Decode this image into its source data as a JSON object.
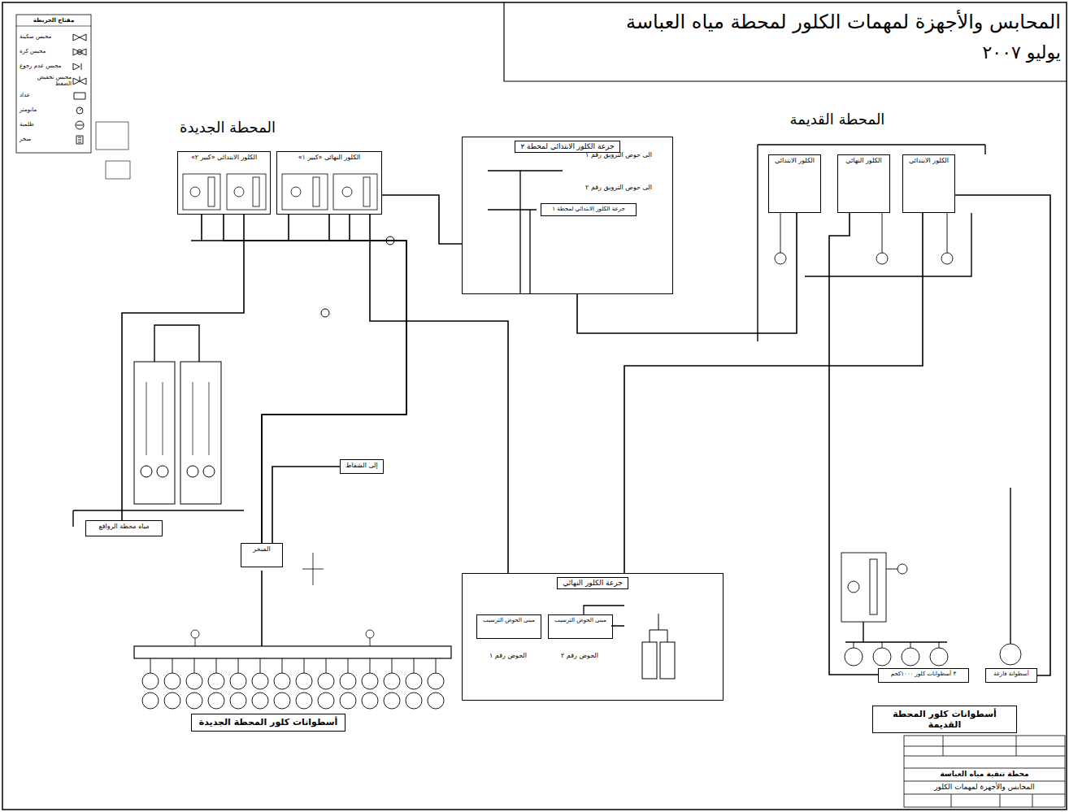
{
  "diagram": {
    "title": "المحابس والأجهزة لمهمات الكلور لمحطة مياه العباسة",
    "nodes": [
      {
        "text": [
          "جرعة الكلور الابتدائي لمحطة ٢"
        ]
      },
      {
        "text": [
          "جرعة الكلور النهائي"
        ]
      },
      {
        "text": [
          "الكلور الابتدائي «كبير ٢»"
        ]
      },
      {
        "text": [
          "الكلور النهائي «كبير ١»"
        ]
      },
      {
        "text": [
          "الكلور الابتدائي"
        ]
      },
      {
        "text": [
          "الكلور النهائي"
        ]
      },
      {
        "text": [
          "الكلور الابتدائي"
        ]
      },
      {
        "text": [
          "مياه محطة الروافع"
        ]
      },
      {
        "text": [
          "المبخر"
        ]
      },
      {
        "text": [
          "إلى الشفاط"
        ]
      },
      {
        "text": [
          "أسطوانات كلور المحطة الجديدة"
        ]
      },
      {
        "text": [
          "أسطوانات كلور المحطة القديمة"
        ]
      },
      {
        "text": [
          "أسطوانة فارغة"
        ]
      },
      {
        "text": [
          "٣ أسطوانات كلور ١٠٠٠كجم"
        ]
      },
      {
        "text": [
          "جرعة الكلور الابتدائي لمحطة ١"
        ],
        "in": 0
      },
      {
        "text": [
          "مبنى الحوض الترسيب"
        ],
        "in": 1
      },
      {
        "text": [
          "مبنى الحوض الترسيب"
        ],
        "in": 1
      }
    ],
    "edges": [
      {
        "from": 8,
        "to": 2,
        "arrow": "none"
      },
      {
        "from": 8,
        "to": 3,
        "arrow": "none"
      },
      {
        "from": 7,
        "to": 2,
        "arrow": "none"
      },
      {
        "from": 3,
        "to": 1,
        "arrow": "none"
      },
      {
        "from": 3,
        "to": 0,
        "arrow": "none"
      },
      {
        "from": 4,
        "to": 0,
        "arrow": "none"
      },
      {
        "from": 6,
        "to": 1,
        "arrow": "none"
      },
      {
        "from": 13,
        "to": 5,
        "arrow": "none"
      },
      {
        "from": 12,
        "to": 6,
        "arrow": "none"
      },
      {
        "from": 9,
        "to": 8,
        "arrow": "none"
      }
    ],
    "labels": [
      "يوليو ٢٠٠٧",
      "المحطة الجديدة",
      "المحطة القديمة",
      "الى حوض الترويق رقم ١",
      "الى حوض الترويق رقم ٢",
      "الحوض رقم ١",
      "الحوض رقم ٢",
      "مفتاح الخريطة",
      "محطة تنقية مياه العباسة",
      "المحابس والأجهزة لمهمات الكلور"
    ],
    "legend": [
      {
        "text": "محبس سكينة"
      },
      {
        "text": "محبس كرة"
      },
      {
        "text": "محبس عدم رجوع"
      },
      {
        "text": "محبس تخفيض الضغط"
      },
      {
        "text": "عداد"
      },
      {
        "text": "مانومتر"
      },
      {
        "text": "طلمبة"
      },
      {
        "text": "مبخر"
      }
    ]
  }
}
